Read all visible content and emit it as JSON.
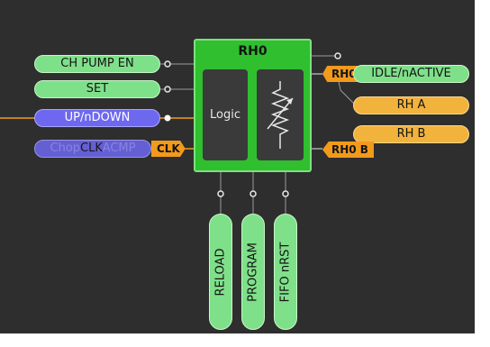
{
  "block": {
    "title": "RH0",
    "logic_label": "Logic",
    "resistor_icon": "variable-resistor-icon"
  },
  "left_inputs": [
    {
      "label": "CH PUMP EN"
    },
    {
      "label": "SET"
    },
    {
      "label": "UP/nDOWN"
    },
    {
      "label_faded": "Chop",
      "label": "CLK",
      "label_faded_2": "ACMP"
    }
  ],
  "clk_tag": "CLK",
  "right_outputs": {
    "rh0_tag": "RH0",
    "idle": "IDLE/nACTIVE",
    "rh_a": "RH A",
    "rh_b": "RH B",
    "rh0b_tag": "RH0 B"
  },
  "bottom_inputs": [
    {
      "label": "RELOAD"
    },
    {
      "label": "PROGRAM"
    },
    {
      "label": "FIFO nRST"
    }
  ],
  "colors": {
    "canvas": "#2e2e2e",
    "block": "#2fbf2f",
    "green_pill": "#7fe08a",
    "orange_pill": "#f2b33d",
    "blue_pill": "#6e68f0",
    "tag": "#f29a1c"
  }
}
